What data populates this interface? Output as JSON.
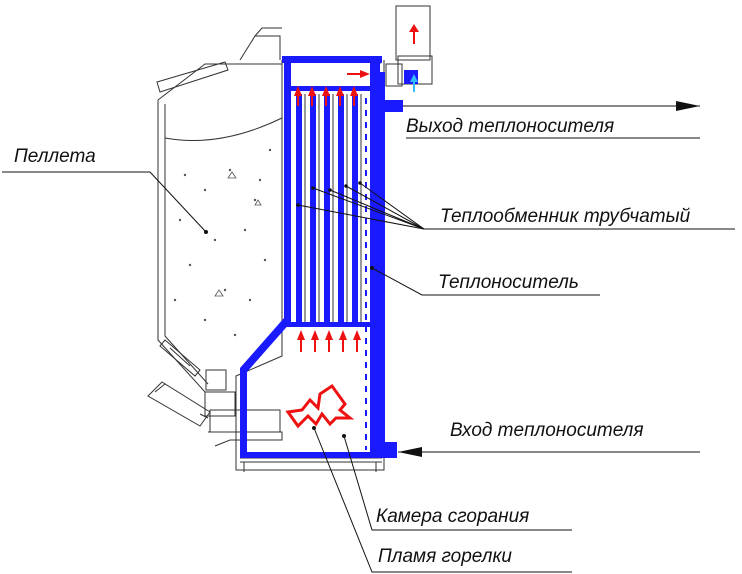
{
  "labels": {
    "pellet": "Пеллета",
    "outlet": "Выход теплоносителя",
    "heat_exchanger": "Теплообменник трубчатый",
    "coolant": "Теплоноситель",
    "inlet": "Вход теплоносителя",
    "combustion_chamber": "Камера сгорания",
    "burner_flame": "Пламя горелки"
  },
  "colors": {
    "water_jacket": "#1a1aff",
    "flow_arrows": "#ee1111",
    "cold_air_arrow": "#33bbff",
    "outline": "#333333"
  }
}
